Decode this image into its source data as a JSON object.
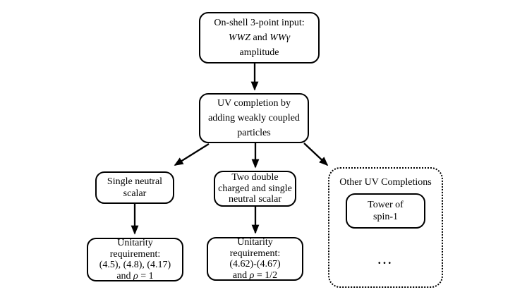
{
  "colors": {
    "line": "#000000",
    "background": "#ffffff"
  },
  "nodes": {
    "input": {
      "line1": "On-shell 3-point input:",
      "amp1": "WWZ",
      "conj": " and ",
      "amp2": "WWγ",
      "line3": "amplitude"
    },
    "uv_completion": {
      "line1": "UV completion by",
      "line2": "adding weakly coupled",
      "line3": "particles"
    },
    "single_scalar": {
      "line1": "Single neutral",
      "line2": "scalar"
    },
    "double_charged": {
      "line1": "Two double",
      "line2": "charged and single",
      "line3": "neutral scalar"
    },
    "unitarity_left": {
      "line1": "Unitarity",
      "line2": "requirement:",
      "line3": "(4.5), (4.8), (4.17)",
      "and": "and ",
      "rho": "ρ",
      "value": " = 1"
    },
    "unitarity_mid": {
      "line1": "Unitarity",
      "line2": "requirement:",
      "line3": "(4.62)-(4.67)",
      "and": "and ",
      "rho": "ρ",
      "value": " = 1/2"
    },
    "other_uv": {
      "title": "Other UV Completions",
      "tower_line1": "Tower of",
      "tower_line2": "spin-1",
      "ellipsis": "..."
    }
  }
}
